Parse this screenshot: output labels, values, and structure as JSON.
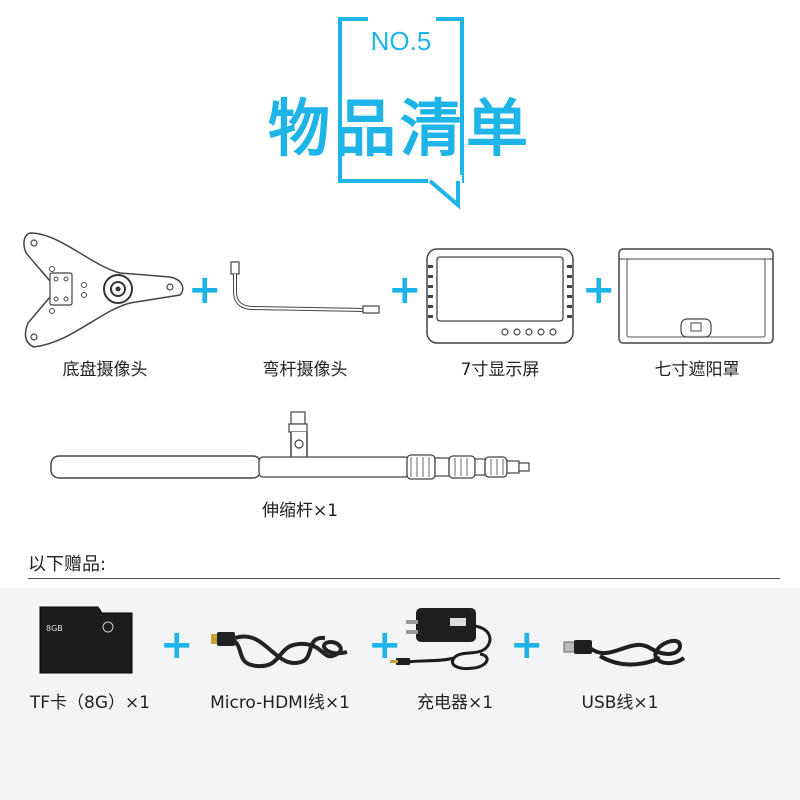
{
  "header": {
    "number_label": "NO.5",
    "title": "物品清单",
    "accent_color": "#1fb4e8"
  },
  "main_items": [
    {
      "name": "底盘摄像头",
      "icon": "chassis-camera"
    },
    {
      "name": "弯杆摄像头",
      "icon": "bent-rod-camera"
    },
    {
      "name": "7寸显示屏",
      "icon": "monitor"
    },
    {
      "name": "七寸遮阳罩",
      "icon": "sunshade"
    }
  ],
  "rod": {
    "name": "伸缩杆×1",
    "icon": "telescopic-pole"
  },
  "gifts": {
    "label": "以下赠品:",
    "items": [
      {
        "name": "TF卡（8G）×1",
        "icon": "tf-card",
        "card_text": "8GB"
      },
      {
        "name": "Micro-HDMI线×1",
        "icon": "micro-hdmi-cable"
      },
      {
        "name": "充电器×1",
        "icon": "charger"
      },
      {
        "name": "USB线×1",
        "icon": "usb-cable"
      }
    ]
  },
  "plus_sign": "+"
}
